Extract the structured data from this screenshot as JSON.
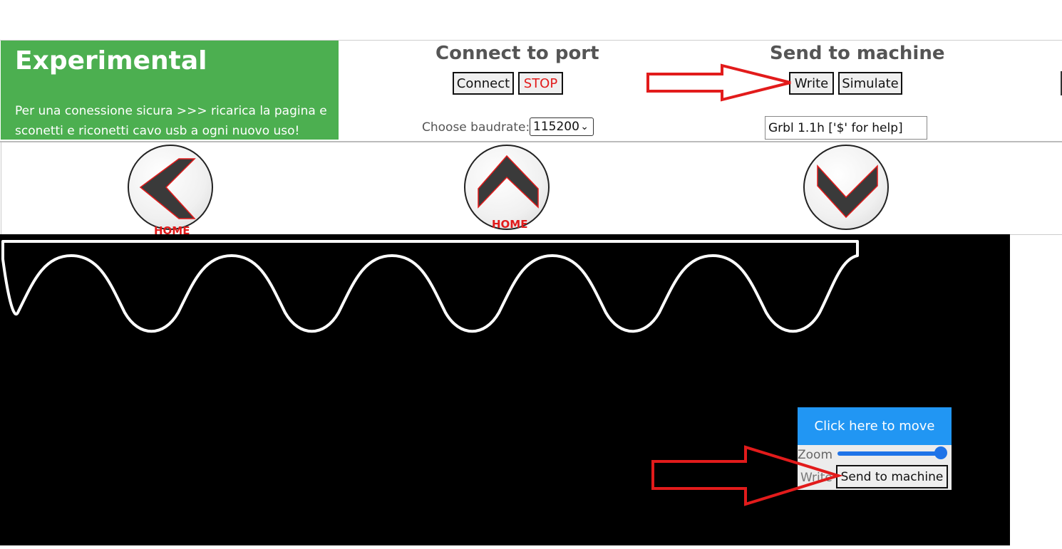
{
  "banner": {
    "title": "Experimental",
    "message": "Per una conessione sicura >>> ricarica la pagina e sconetti e riconetti cavo usb a ogni nuovo uso!"
  },
  "connect": {
    "title": "Connect to port",
    "connect_label": "Connect",
    "stop_label": "STOP",
    "baud_label": "Choose baudrate:",
    "baud_value": "115200"
  },
  "machine": {
    "title": "Send to machine",
    "write_label": "Write",
    "simulate_label": "Simulate",
    "status_value": "Grbl 1.1h ['$' for help]"
  },
  "jog": {
    "left": {
      "icon": "chevron-left-icon",
      "label": "HOME"
    },
    "up": {
      "icon": "chevron-up-icon",
      "label": "HOME"
    },
    "down": {
      "icon": "chevron-down-icon"
    }
  },
  "panel": {
    "header": "Click here to move",
    "zoom_label": "Zoom",
    "zoom_level": 0.9,
    "write_label": "Write",
    "send_label": "Send to machine"
  },
  "colors": {
    "banner_bg": "#4caf50",
    "panel_header_bg": "#2196f3",
    "stop_text": "#e21b1b",
    "annotation_arrow": "#e21b1b",
    "canvas_bg": "#000000",
    "preview_stroke": "#ffffff"
  }
}
